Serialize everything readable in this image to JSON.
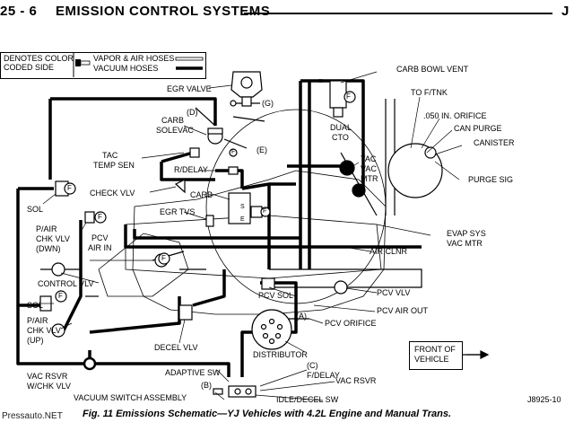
{
  "header": {
    "page_num": "25 - 6",
    "title": "EMISSION CONTROL SYSTEMS",
    "right": "J"
  },
  "legend": {
    "left_line1": "DENOTES COLOR",
    "left_line2": "CODED SIDE",
    "right_line1": "VAPOR & AIR HOSES",
    "right_line2": "VACUUM HOSES"
  },
  "labels": {
    "egr_valve": "EGR VALVE",
    "d": "(D)",
    "g": "(G)",
    "e": "(E)",
    "carb_solevac_1": "CARB",
    "carb_solevac_2": "SOLEVAC",
    "tac_temp_1": "TAC",
    "tac_temp_2": "TEMP SEN",
    "r_delay": "R/DELAY",
    "check_vlv": "CHECK VLV",
    "carb": "CARB",
    "egr_tvs": "EGR TVS",
    "sol_top": "SOL",
    "p_air_chk_dwn_1": "P/AIR",
    "p_air_chk_dwn_2": "CHK VLV",
    "p_air_chk_dwn_3": "(DWN)",
    "pcv_air_in_1": "PCV",
    "pcv_air_in_2": "AIR IN",
    "control_vlv": "CONTROL VLV",
    "sol_bot": "SOL",
    "p_air_chk_up_1": "P/AIR",
    "p_air_chk_up_2": "CHK VLV",
    "p_air_chk_up_3": "(UP)",
    "vac_rsvr_chk_1": "VAC RSVR",
    "vac_rsvr_chk_2": "W/CHK VLV",
    "decel_vlv": "DECEL VLV",
    "adaptive_sw": "ADAPTIVE SW",
    "b": "(B)",
    "vacuum_switch_assembly": "VACUUM SWITCH ASSEMBLY",
    "carb_bowl_vent": "CARB BOWL VENT",
    "to_f_tnk": "TO F/TNK",
    "orifice": ".050 IN. ORIFICE",
    "can_purge": "CAN PURGE",
    "canister": "CANISTER",
    "purge_sig": "PURGE SIG",
    "dual_cto_1": "DUAL",
    "dual_cto_2": "CTO",
    "tac_vac_mtr_1": "TAC",
    "tac_vac_mtr_2": "VAC",
    "tac_vac_mtr_3": "MTR",
    "evap_sys_1": "EVAP SYS",
    "evap_sys_2": "VAC MTR",
    "air_clnr": "AIR CLNR",
    "pcv_sol": "PCV SOL",
    "pcv_vlv": "PCV VLV",
    "pcv_air_out": "PCV AIR OUT",
    "pcv_orifice": "PCV ORIFICE",
    "a": "(A)",
    "distributor": "DISTRIBUTOR",
    "c": "(C)",
    "f_delay": "F/DELAY",
    "vac_rsvr": "VAC RSVR",
    "idle_decel_sw": "IDLE/DECEL SW",
    "front_of_1": "FRONT OF",
    "front_of_2": "VEHICLE",
    "f_mark": "F",
    "s_mark": "S",
    "e_mark": "E"
  },
  "caption": "Fig. 11 Emissions Schematic—YJ Vehicles with 4.2L Engine and Manual Trans.",
  "watermark": "Pressauto.NET",
  "figure_code": "J8925-10"
}
